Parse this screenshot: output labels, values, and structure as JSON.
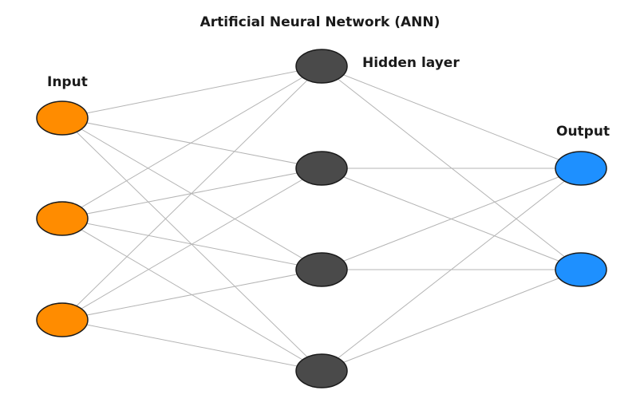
{
  "diagram": {
    "title": "Artificial Neural Network (ANN)",
    "colors": {
      "input": "#ff8c00",
      "hidden": "#4a4a4a",
      "output": "#1e90ff",
      "edge": "#b4b4b4"
    },
    "layers": [
      {
        "id": "input",
        "label": "Input",
        "nodes": 3
      },
      {
        "id": "hidden",
        "label": "Hidden layer",
        "nodes": 4
      },
      {
        "id": "output",
        "label": "Output",
        "nodes": 2
      }
    ],
    "connections": "fully-connected"
  }
}
